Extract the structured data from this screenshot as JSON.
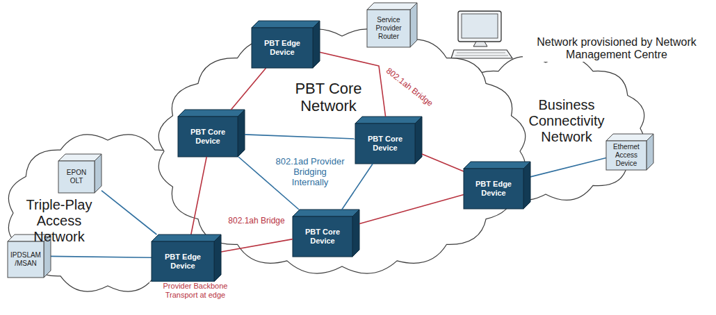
{
  "diagram": {
    "nodes": [
      {
        "text": [
          "PBT Edge Device"
        ]
      },
      {
        "text": [
          "Service Provider Router"
        ]
      },
      {
        "text": [
          "PBT Core Network"
        ]
      },
      {
        "text": [
          "PBT Core Device"
        ],
        "in": 2
      },
      {
        "text": [
          "PBT Core Device"
        ],
        "in": 2
      },
      {
        "text": [
          "PBT Core Device"
        ],
        "in": 2
      },
      {
        "text": [
          "Triple-Play Access Network"
        ]
      },
      {
        "text": [
          "EPON OLT"
        ],
        "in": 6
      },
      {
        "text": [
          "IPDSLAM /MSAN"
        ]
      },
      {
        "text": [
          "PBT Edge Device"
        ]
      },
      {
        "text": [
          "Business Connectivity Network"
        ]
      },
      {
        "text": [
          "PBT Edge Device"
        ]
      },
      {
        "text": [
          "Ethernet Access Device"
        ]
      }
    ],
    "edges": [
      {
        "from": 0,
        "to": 3,
        "arrow": "none"
      },
      {
        "from": 0,
        "to": 4,
        "arrow": "none"
      },
      {
        "from": 3,
        "to": 4,
        "arrow": "none"
      },
      {
        "from": 3,
        "to": 5,
        "arrow": "none"
      },
      {
        "from": 4,
        "to": 5,
        "arrow": "none"
      },
      {
        "from": 3,
        "to": 9,
        "arrow": "none"
      },
      {
        "from": 9,
        "to": 5,
        "arrow": "none"
      },
      {
        "from": 5,
        "to": 11,
        "arrow": "none"
      },
      {
        "from": 4,
        "to": 11,
        "arrow": "none"
      },
      {
        "from": 7,
        "to": 9,
        "arrow": "none"
      },
      {
        "from": 8,
        "to": 9,
        "arrow": "none"
      },
      {
        "from": 11,
        "to": 12,
        "arrow": "none"
      }
    ],
    "labels": [
      "802.1ah Bridge",
      "802.1ad Provider Bridging Internally",
      "802.1ah Bridge",
      "Provider Backbone Transport at edge",
      "Network provisioned by Network Management Centre"
    ]
  }
}
